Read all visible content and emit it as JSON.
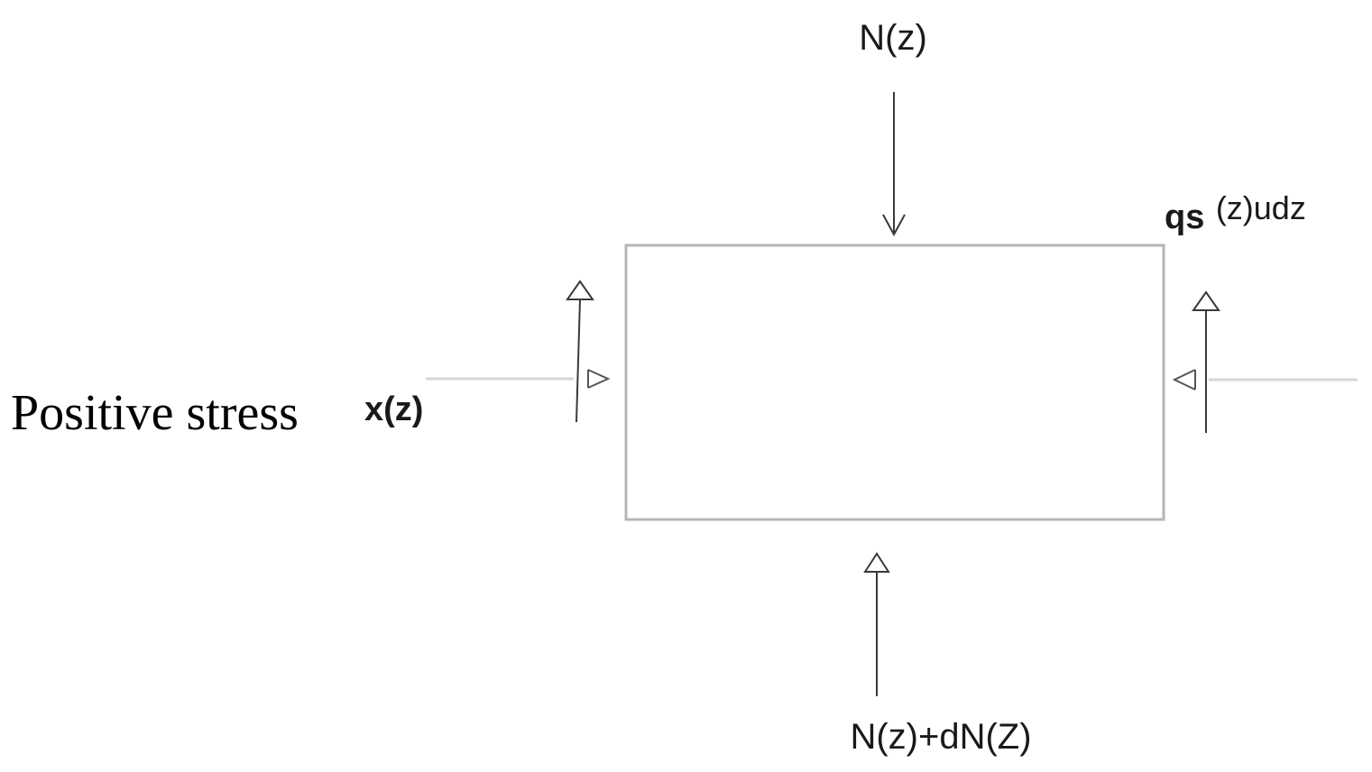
{
  "labels": {
    "top_force": "N(z)",
    "bottom_force": "N(z)+dN(Z)",
    "shear_force_main": "qs",
    "shear_force_super": "(z)udz",
    "positive_stress": "Positive stress",
    "lateral_stress": "x(z)"
  },
  "colors": {
    "element_border": "#b5b5b5",
    "arrow": "#3a3a3a",
    "axis_line": "#d6d6d6",
    "text": "#1a1a1a"
  }
}
